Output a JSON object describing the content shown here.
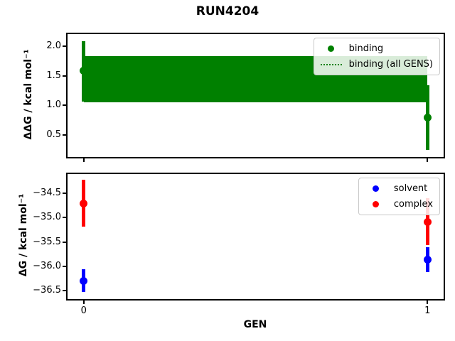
{
  "figure": {
    "title": "RUN4204"
  },
  "chart_data": [
    {
      "type": "scatter",
      "subplot": "top",
      "ylabel_math": "ΔΔG",
      "ylabel_unit": " / kcal mol⁻¹",
      "xlabel": "",
      "xlim": [
        -0.047,
        1.047
      ],
      "ylim": [
        0.12,
        2.21
      ],
      "xtick_values": [
        0,
        1
      ],
      "xtick_labels": [
        "",
        ""
      ],
      "ytick_values": [
        0.5,
        1.0,
        1.5,
        2.0
      ],
      "ytick_labels": [
        "0.5",
        "1.0",
        "1.5",
        "2.0"
      ],
      "grid": false,
      "legend_position": "upper right",
      "band": {
        "name": "binding (all GENS)",
        "color": "#008000",
        "x0": 0,
        "x1": 1,
        "lo": 1.05,
        "hi": 1.83
      },
      "series": [
        {
          "name": "binding",
          "color": "#008000",
          "points": [
            {
              "x": 0,
              "y": 1.59,
              "lo": 1.06,
              "hi": 2.09
            },
            {
              "x": 1,
              "y": 0.79,
              "lo": 0.24,
              "hi": 1.34
            }
          ]
        }
      ],
      "legend": [
        {
          "label": "binding",
          "marker": "dot",
          "color": "#008000"
        },
        {
          "label": "binding (all GENS)",
          "marker": "dotted-line",
          "color": "#008000"
        }
      ]
    },
    {
      "type": "scatter",
      "subplot": "bottom",
      "ylabel_math": "ΔG",
      "ylabel_unit": " / kcal mol⁻¹",
      "xlabel": "GEN",
      "xlim": [
        -0.047,
        1.047
      ],
      "ylim": [
        -36.67,
        -34.11
      ],
      "xtick_values": [
        0,
        1
      ],
      "xtick_labels": [
        "0",
        "1"
      ],
      "ytick_values": [
        -34.5,
        -35.0,
        -35.5,
        -36.0,
        -36.5
      ],
      "ytick_labels": [
        "−34.5",
        "−35.0",
        "−35.5",
        "−36.0",
        "−36.5"
      ],
      "grid": false,
      "legend_position": "upper right",
      "band": null,
      "series": [
        {
          "name": "solvent",
          "color": "#0000ff",
          "points": [
            {
              "x": 0,
              "y": -36.3,
              "lo": -36.53,
              "hi": -36.06
            },
            {
              "x": 1,
              "y": -35.86,
              "lo": -36.11,
              "hi": -35.61
            }
          ]
        },
        {
          "name": "complex",
          "color": "#ff0000",
          "points": [
            {
              "x": 0,
              "y": -34.71,
              "lo": -35.19,
              "hi": -34.23
            },
            {
              "x": 1,
              "y": -35.09,
              "lo": -35.57,
              "hi": -34.61
            }
          ]
        }
      ],
      "legend": [
        {
          "label": "solvent",
          "marker": "dot",
          "color": "#0000ff"
        },
        {
          "label": "complex",
          "marker": "dot",
          "color": "#ff0000"
        }
      ]
    }
  ]
}
